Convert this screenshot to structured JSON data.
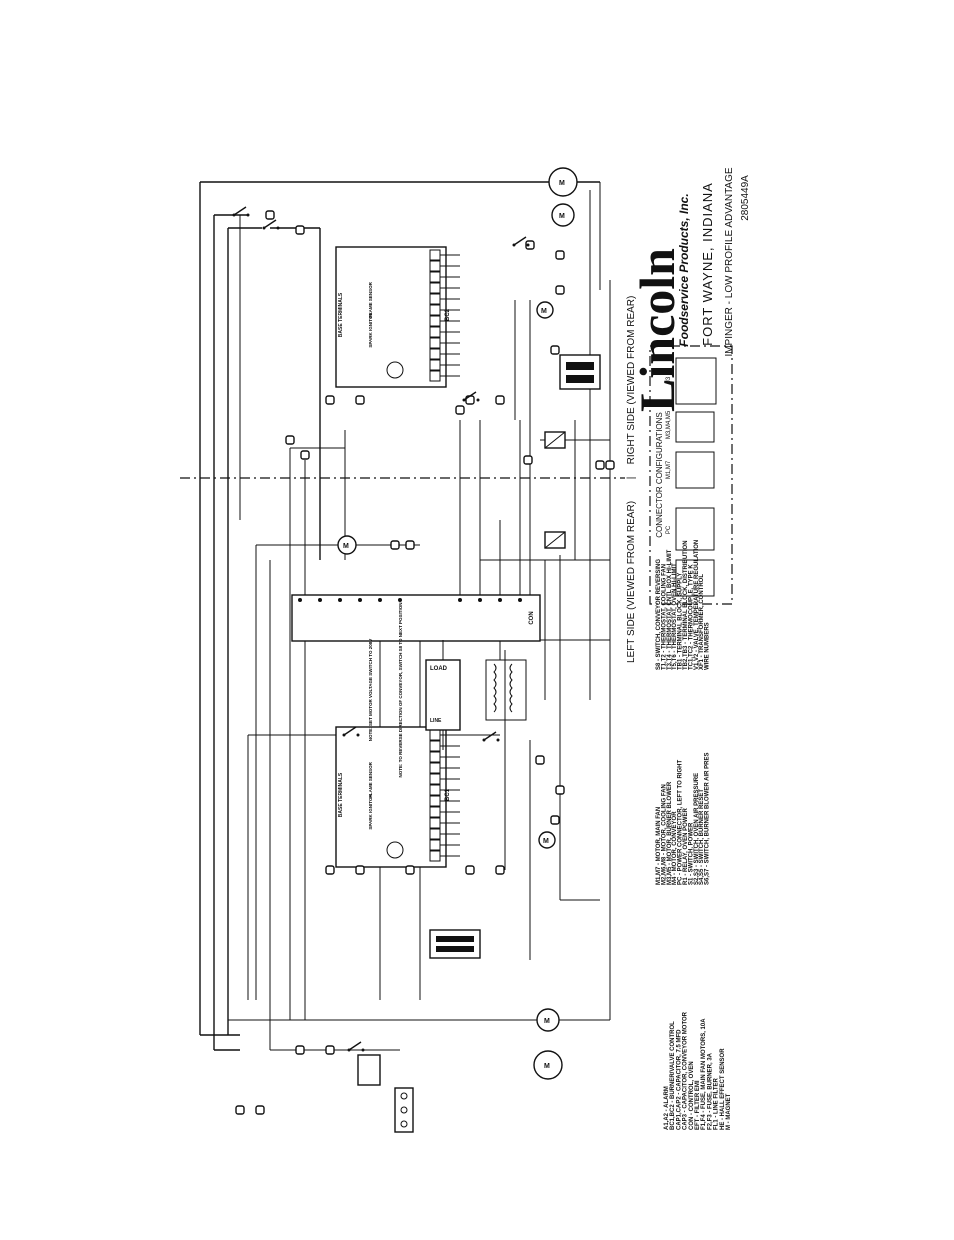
{
  "side_labels": {
    "left": "LEFT SIDE (VIEWED FROM REAR)",
    "right": "RIGHT SIDE (VIEWED FROM REAR)",
    "separator": "|"
  },
  "title_block": {
    "logo": "Lincoln",
    "company": "Foodservice Products, Inc.",
    "location": "FORT WAYNE, INDIANA",
    "model": "IMPINGER - LOW PROFILE ADVANTAGE",
    "drawing_number": "2805449A"
  },
  "connector_panel": {
    "title": "CONNECTOR CONFIGURATIONS",
    "connectors": [
      "PC",
      "M1,M7",
      "M3,M4,M5",
      "J3"
    ]
  },
  "boards": {
    "left_burner": {
      "label": "BC1",
      "terminals_label": "BASE TERMINALS",
      "spark": "SPARK IGNITOR",
      "flame": "FLAME SENSOR"
    },
    "right_burner": {
      "label": "BC2",
      "terminals_label": "BASE TERMINALS",
      "spark": "SPARK IGNITOR",
      "flame": "FLAME SENSOR"
    },
    "control": {
      "label": "CON"
    }
  },
  "notes": {
    "note1": "NOTE: SET MOTOR VOLTAGE SWITCH TO 208V",
    "note2": "NOTE: TO REVERSE DIRECTION OF CONVEYOR, SWITCH S8 TO NEXT POSITION",
    "load": "LOAD",
    "line": "LINE"
  },
  "legend_col1": [
    "A1,A2 - ALARM",
    "BC1,BC2 - BURNER/VALVE CONTROL",
    "CAP1,CAP2 - CAPACITOR, 7.5 MFD",
    "CAP3 - CAPACITOR, CONVEYOR MOTOR",
    "CON - CONTROL, OVEN",
    "EFT - FILTER EMI",
    "F1,F4 - FUSE, MAIN FAN MOTORS, 10A",
    "F2,F3 - FUSE, BURNER, 3A",
    "FL1 - LINE FILTER",
    "HE - HALL EFFECT SENSOR",
    "M - MAGNET"
  ],
  "legend_col2": [
    "M1,M7 - MOTOR, MAIN FAN",
    "M2,M6,M8 - MOTOR, COOLING FAN",
    "M3,M5 - MOTOR, BURNER BLOWER",
    "M4 - MOTOR, CONVEYOR",
    "PC - POWER CONNECTOR, LEFT TO RIGHT",
    "R1 - RELAY, OVEN POWER",
    "S1 - SWITCH, POWER",
    "S2,S3 - SWITCH, OVEN AIR PRESSURE",
    "S4,S5 - SWITCH, BURNER RESET",
    "S6,S7 - SWITCH, BURNER BLOWER AIR PRES"
  ],
  "legend_col3": [
    "S8 - SWITCH, CONVEYOR REVERSING",
    "T1,T2 - THERMOSTAT, COOLING FAN",
    "T3,T4 - THERMOSTAT, CNTL BOX HI-LIMIT",
    "T5,T6 - THERMOSTAT, OVEN HI-LIMIT",
    "TB1 - TERMINAL BLOCK, SUPPLY",
    "TB2,TB3 - TERMINAL BLOCK, DISTRIBUTION",
    "TC1,TC2 - THERMOCOUPLE, TYPE K",
    "V1,V2 - VALVE, TEMPERATURE REGULATION",
    "XF1 - TRANSFORMER, CONTROL",
    "WIRE NUMBERS"
  ]
}
